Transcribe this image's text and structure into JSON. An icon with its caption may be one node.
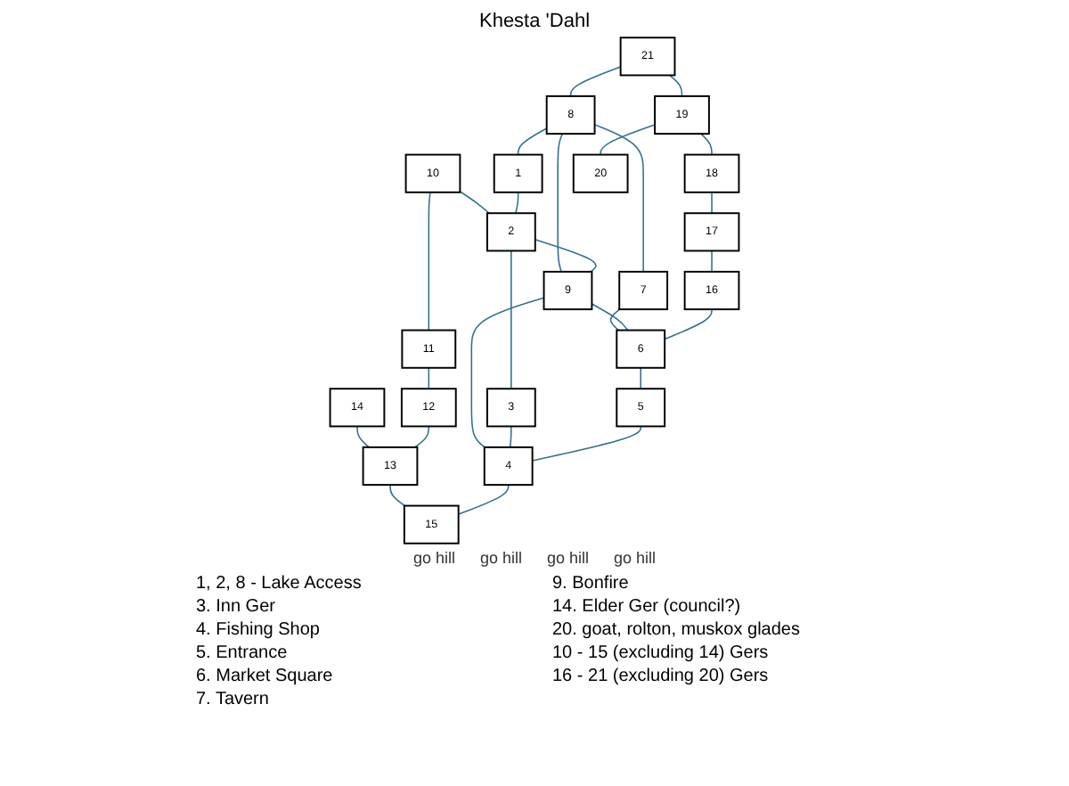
{
  "diagram": {
    "title": "Khesta 'Dahl",
    "nodes": [
      {
        "text": [
          "1"
        ]
      },
      {
        "text": [
          "2"
        ]
      },
      {
        "text": [
          "3"
        ]
      },
      {
        "text": [
          "4"
        ]
      },
      {
        "text": [
          "5"
        ]
      },
      {
        "text": [
          "6"
        ]
      },
      {
        "text": [
          "7"
        ]
      },
      {
        "text": [
          "8"
        ]
      },
      {
        "text": [
          "9"
        ]
      },
      {
        "text": [
          "10"
        ]
      },
      {
        "text": [
          "11"
        ]
      },
      {
        "text": [
          "12"
        ]
      },
      {
        "text": [
          "13"
        ]
      },
      {
        "text": [
          "14"
        ]
      },
      {
        "text": [
          "15"
        ]
      },
      {
        "text": [
          "16"
        ]
      },
      {
        "text": [
          "17"
        ]
      },
      {
        "text": [
          "18"
        ]
      },
      {
        "text": [
          "19"
        ]
      },
      {
        "text": [
          "20"
        ]
      },
      {
        "text": [
          "21"
        ]
      }
    ],
    "edges": [
      {
        "from": 20,
        "to": 18,
        "arrow": "none"
      },
      {
        "from": 20,
        "to": 7,
        "arrow": "none"
      },
      {
        "from": 9,
        "to": 1,
        "arrow": "none"
      },
      {
        "from": 9,
        "to": 10,
        "arrow": "none"
      },
      {
        "from": 18,
        "to": 17,
        "arrow": "none"
      },
      {
        "from": 18,
        "to": 19,
        "arrow": "none"
      },
      {
        "from": 7,
        "to": 0,
        "arrow": "none"
      },
      {
        "from": 0,
        "to": 1,
        "arrow": "none"
      },
      {
        "from": 7,
        "to": 6,
        "arrow": "none"
      },
      {
        "from": 7,
        "to": 8,
        "arrow": "none"
      },
      {
        "from": 1,
        "to": 8,
        "arrow": "none"
      },
      {
        "from": 1,
        "to": 2,
        "arrow": "none"
      },
      {
        "from": 10,
        "to": 11,
        "arrow": "none"
      },
      {
        "from": 17,
        "to": 16,
        "arrow": "none"
      },
      {
        "from": 6,
        "to": 5,
        "arrow": "none"
      },
      {
        "from": 8,
        "to": 5,
        "arrow": "none"
      },
      {
        "from": 8,
        "to": 3,
        "arrow": "none"
      },
      {
        "from": 2,
        "to": 3,
        "arrow": "none"
      },
      {
        "from": 13,
        "to": 12,
        "arrow": "none"
      },
      {
        "from": 11,
        "to": 12,
        "arrow": "none"
      },
      {
        "from": 16,
        "to": 15,
        "arrow": "none"
      },
      {
        "from": 5,
        "to": 4,
        "arrow": "none"
      },
      {
        "from": 4,
        "to": 3,
        "arrow": "none"
      },
      {
        "from": 12,
        "to": 14,
        "arrow": "none"
      },
      {
        "from": 15,
        "to": 5,
        "arrow": "none"
      },
      {
        "from": 3,
        "to": 14,
        "arrow": "none"
      }
    ],
    "labels": [
      "go hill",
      "go hill",
      "go hill",
      "go hill",
      "1, 2, 8 - Lake Access",
      "3. Inn Ger",
      "4. Fishing Shop",
      "5. Entrance",
      "6. Market Square",
      "7. Tavern",
      "9. Bonfire",
      "14. Elder Ger (council?)",
      "20. goat, rolton, muskox glades",
      "10 - 15 (excluding 14) Gers",
      "16 - 21 (excluding 20) Gers"
    ]
  }
}
